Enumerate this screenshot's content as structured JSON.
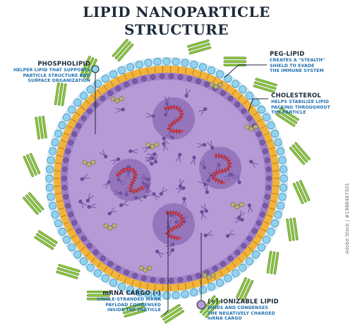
{
  "title_line1": "LIPID NANOPARTICLE",
  "title_line2": "STRUCTURE",
  "labels": {
    "phospholipid": {
      "name": "PHOSPHOLIPID",
      "desc": [
        "HELPER LIPID THAT SUPPORTS",
        "PARTICLE STRUCTURE AND",
        "SURFACE ORGANIZATION"
      ]
    },
    "peg_lipid": {
      "name": "PEG-LIPID",
      "desc": [
        "CREATES A \"STEALTH\"",
        "SHIELD TO EVADE",
        "THE IMMUNE SYSTEM"
      ]
    },
    "cholesterol": {
      "name": "CHOLESTEROL",
      "desc": [
        "HELPS STABILIZE LIPID",
        "PACKING THROUGHOUT",
        "THE PARTICLE"
      ]
    },
    "mrna": {
      "name": "mRNA CARGO (-)",
      "desc": [
        "SINGLE-STRANDED mRNA",
        "PAYLOAD CONDENSED",
        "INSIDE THE PARTICLE"
      ]
    },
    "ionizable": {
      "name": "(+) IONIZABLE LIPID",
      "desc": [
        "BINDS AND CONDENSES",
        "THE NEGATIVELY CHARGED",
        "mRNA CARGO"
      ]
    }
  },
  "watermark": "Adobe Stock | #1988487501",
  "colors": {
    "core": "#b59ad6",
    "core_dark": "#8c6db8",
    "shell_orange": "#f2b33b",
    "head_blue": "#8fd3f0",
    "peg_green": "#8cc63f",
    "mrna_red": "#c9445a",
    "ink": "#1c2a3a",
    "accent_text": "#1f6fb0"
  }
}
